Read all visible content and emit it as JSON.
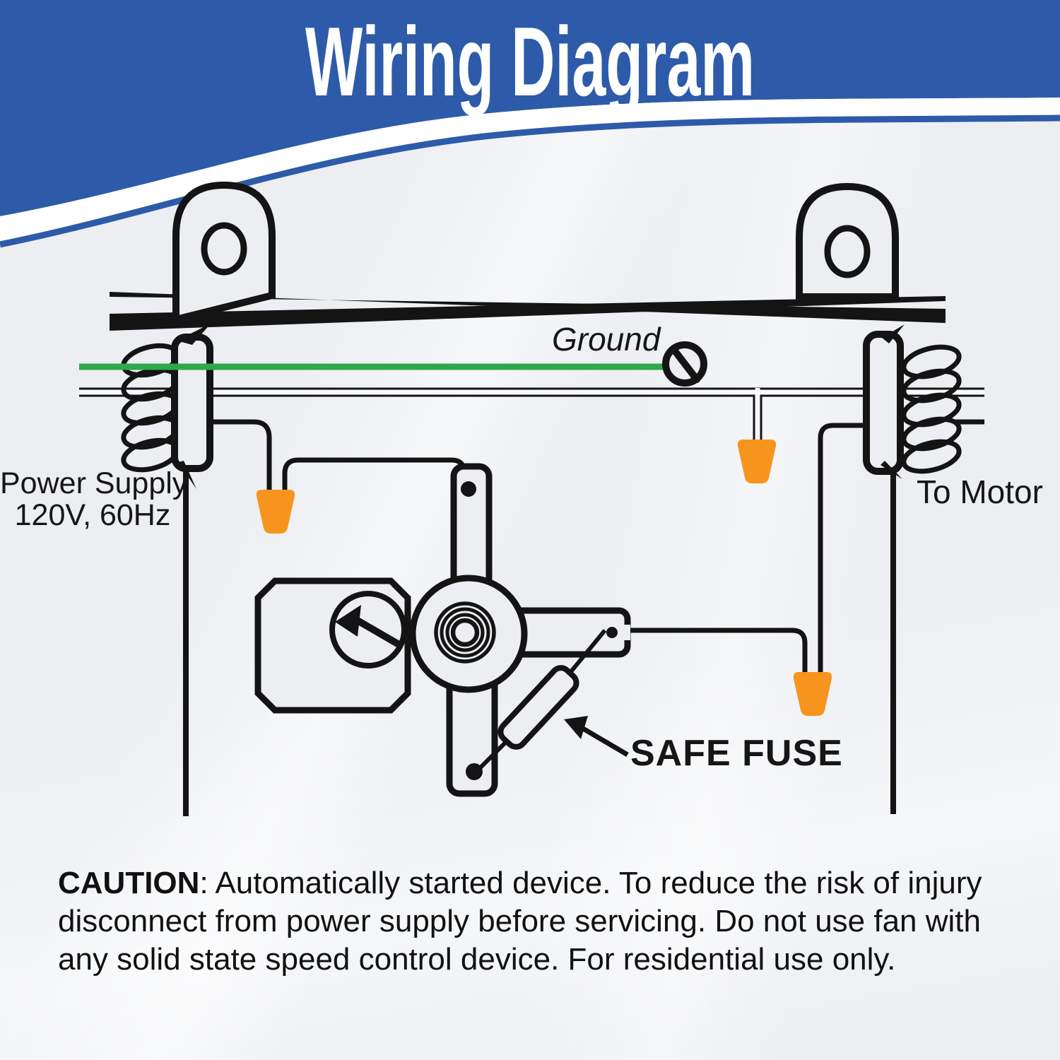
{
  "header": {
    "title": "Wiring Diagram"
  },
  "labels": {
    "power_supply_line1": "Power Supply",
    "power_supply_line2": "120V, 60Hz",
    "ground": "Ground",
    "to_motor": "To Motor",
    "safe_fuse": "SAFE FUSE"
  },
  "caution": {
    "prefix": "CAUTION",
    "line1": ": Automatically started device. To reduce the risk of injury",
    "line2": "disconnect from power supply before servicing. Do not use fan with",
    "line3": "any solid state speed control device. For residential use only."
  },
  "colors": {
    "header_blue": "#2D5BA9",
    "ground_green": "#2EA84D",
    "connector_orange": "#F7941E",
    "line_black": "#141414"
  }
}
